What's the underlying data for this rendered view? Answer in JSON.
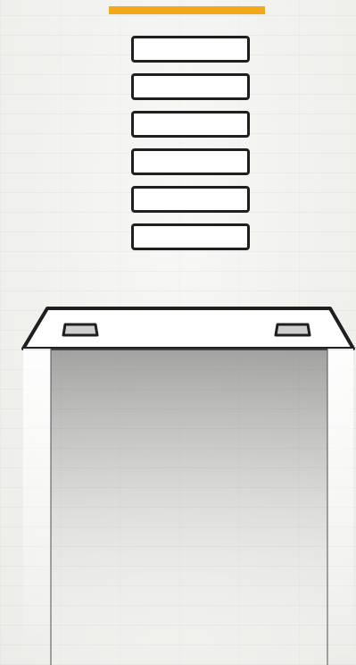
{
  "game": {
    "progress": 1.0,
    "accent_color": "#f3a81a",
    "stack": {
      "block_count": 6,
      "blocks": [
        {
          "id": 1,
          "icon": "block-icon"
        },
        {
          "id": 2,
          "icon": "block-icon"
        },
        {
          "id": 3,
          "icon": "block-icon"
        },
        {
          "id": 4,
          "icon": "block-icon"
        },
        {
          "id": 5,
          "icon": "block-icon"
        },
        {
          "id": 6,
          "icon": "block-icon"
        }
      ]
    },
    "container": {
      "icon": "open-box-icon",
      "outline_color": "#1f1f1f"
    }
  }
}
